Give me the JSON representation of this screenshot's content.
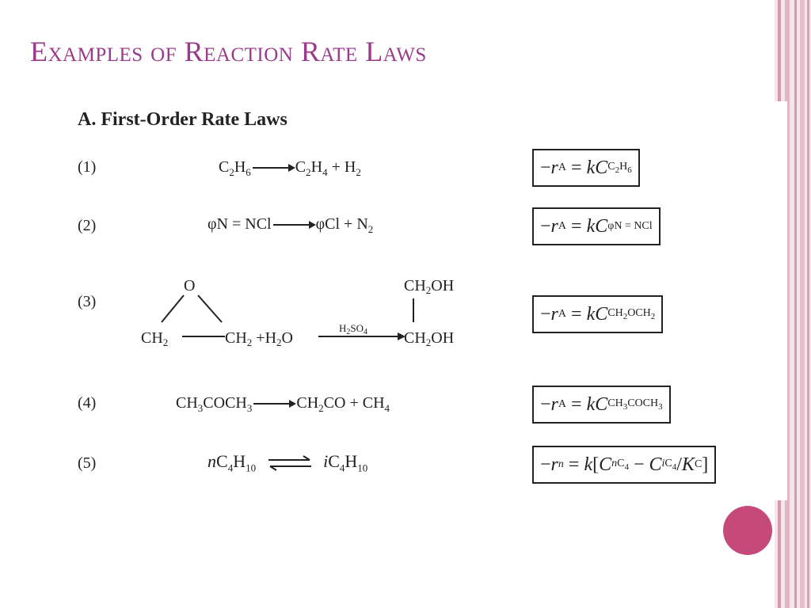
{
  "slide": {
    "title": "Examples of Reaction Rate Laws",
    "subhead": "A. First-Order Rate Laws",
    "colors": {
      "title": "#9b3a8c",
      "accent_dot": "#c64a79",
      "edge_bar": "#e0b5c2"
    },
    "rows": [
      {
        "num": "(1)",
        "reaction_text": "C2H6 ⟶ C2H4 + H2",
        "rate_law_text": "−rA = kC_C2H6"
      },
      {
        "num": "(2)",
        "reaction_text": "φN = NCl ⟶ φCl + N2",
        "rate_law_text": "−rA = kC_φN=NCl"
      },
      {
        "num": "(3)",
        "reaction_text": "ethylene oxide (O bridging CH2–CH2) + H2O —H2SO4→ CH2OH–CH2OH",
        "rate_law_text": "−rA = kC_CH2OCH2"
      },
      {
        "num": "(4)",
        "reaction_text": "CH3COCH3 ⟶ CH2CO + CH4",
        "rate_law_text": "−rA = kC_CH3COCH3"
      },
      {
        "num": "(5)",
        "reaction_text": "nC4H10 ⇌ iC4H10",
        "rate_law_text": "−rn = k[C_nC4 − C_iC4/KC]"
      }
    ]
  }
}
